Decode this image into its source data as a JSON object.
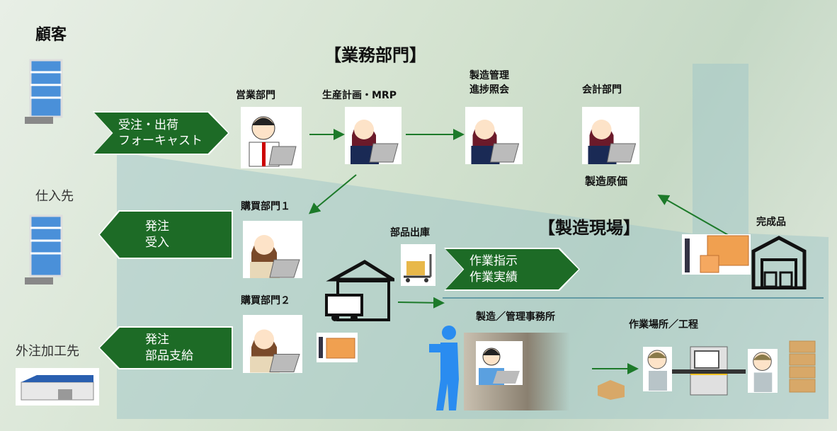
{
  "title_customer": "顧客",
  "title_business": "【業務部門】",
  "title_factory": "【製造現場】",
  "supplier": "仕入先",
  "subcontractor": "外注加工先",
  "departments": {
    "sales": "営業部門",
    "planning": "生産計画・MRP",
    "progress_1": "製造管理",
    "progress_2": "進捗照会",
    "accounting": "会計部門",
    "cost": "製造原価",
    "purchase1": "購買部門１",
    "purchase2": "購買部門２",
    "parts_issue": "部品出庫",
    "finished": "完成品",
    "office": "製造／管理事務所",
    "workplace": "作業場所／工程"
  },
  "arrows": {
    "orders_1": "受注・出荷",
    "orders_2": "フォーキャスト",
    "po1_1": "発注",
    "po1_2": "受入",
    "po2_1": "発注",
    "po2_2": "部品支給",
    "work_1": "作業指示",
    "work_2": "作業実績"
  },
  "colors": {
    "arrow_green": "#1d6b26",
    "factory_fill": "#9fc5c8"
  }
}
